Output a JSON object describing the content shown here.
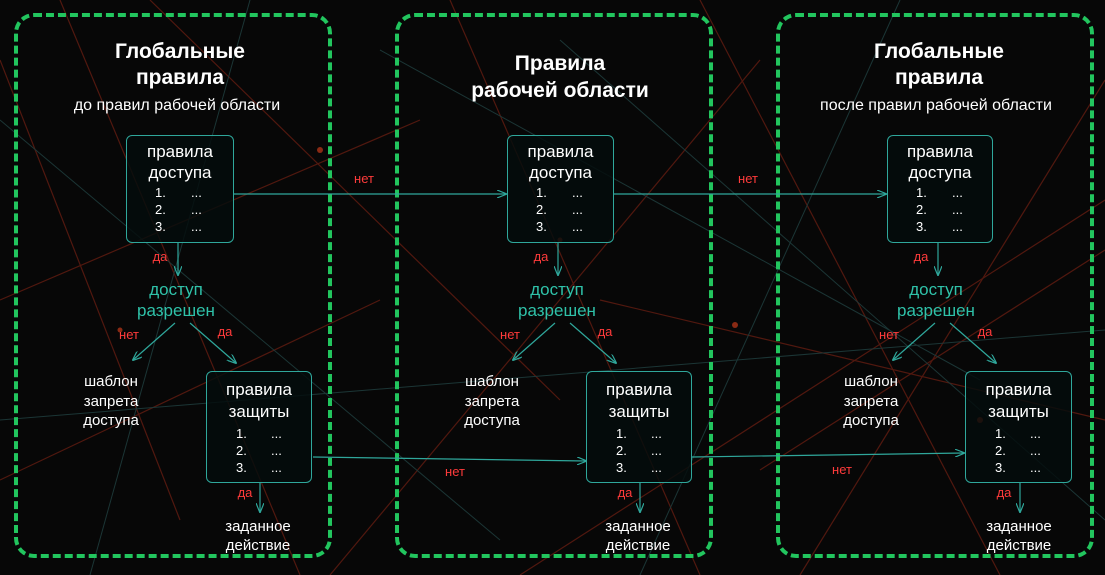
{
  "colors": {
    "panel_border": "#22c55e",
    "arrow": "#2fa79b",
    "label_red": "#ff3b3b",
    "accent_text": "#2fc2a9"
  },
  "panels": [
    {
      "title_line1": "Глобальные",
      "title_line2": "правила",
      "subtitle": "до правил  рабочей области",
      "access_box": {
        "title_line1": "правила",
        "title_line2": "доступа",
        "items": [
          [
            "1.",
            "..."
          ],
          [
            "2.",
            "..."
          ],
          [
            "3.",
            "..."
          ]
        ]
      },
      "yes_label": "да",
      "access_allowed_line1": "доступ",
      "access_allowed_line2": "разрешен",
      "branch_no": "нет",
      "branch_yes": "да",
      "deny_template": [
        "шаблон",
        "запрета",
        "доступа"
      ],
      "protect_box": {
        "title_line1": "правила",
        "title_line2": "защиты",
        "items": [
          [
            "1.",
            "..."
          ],
          [
            "2.",
            "..."
          ],
          [
            "3.",
            "..."
          ]
        ]
      },
      "protect_yes": "да",
      "action": [
        "заданное",
        "действие"
      ]
    },
    {
      "title_line1": "Правила",
      "title_line2": "рабочей области",
      "subtitle": "",
      "access_box": {
        "title_line1": "правила",
        "title_line2": "доступа",
        "items": [
          [
            "1.",
            "..."
          ],
          [
            "2.",
            "..."
          ],
          [
            "3.",
            "..."
          ]
        ]
      },
      "yes_label": "да",
      "access_allowed_line1": "доступ",
      "access_allowed_line2": "разрешен",
      "branch_no": "нет",
      "branch_yes": "да",
      "deny_template": [
        "шаблон",
        "запрета",
        "доступа"
      ],
      "protect_box": {
        "title_line1": "правила",
        "title_line2": "защиты",
        "items": [
          [
            "1.",
            "..."
          ],
          [
            "2.",
            "..."
          ],
          [
            "3.",
            "..."
          ]
        ]
      },
      "protect_yes": "да",
      "action": [
        "заданное",
        "действие"
      ]
    },
    {
      "title_line1": "Глобальные",
      "title_line2": "правила",
      "subtitle": "после правил  рабочей области",
      "access_box": {
        "title_line1": "правила",
        "title_line2": "доступа",
        "items": [
          [
            "1.",
            "..."
          ],
          [
            "2.",
            "..."
          ],
          [
            "3.",
            "..."
          ]
        ]
      },
      "yes_label": "да",
      "access_allowed_line1": "доступ",
      "access_allowed_line2": "разрешен",
      "branch_no": "нет",
      "branch_yes": "да",
      "deny_template": [
        "шаблон",
        "запрета",
        "доступа"
      ],
      "protect_box": {
        "title_line1": "правила",
        "title_line2": "защиты",
        "items": [
          [
            "1.",
            "..."
          ],
          [
            "2.",
            "..."
          ],
          [
            "3.",
            "..."
          ]
        ]
      },
      "protect_yes": "да",
      "action": [
        "заданное",
        "действие"
      ]
    }
  ],
  "connectors": {
    "access_no_1": "нет",
    "access_no_2": "нет",
    "protect_no_1": "нет",
    "protect_no_2": "нет"
  }
}
